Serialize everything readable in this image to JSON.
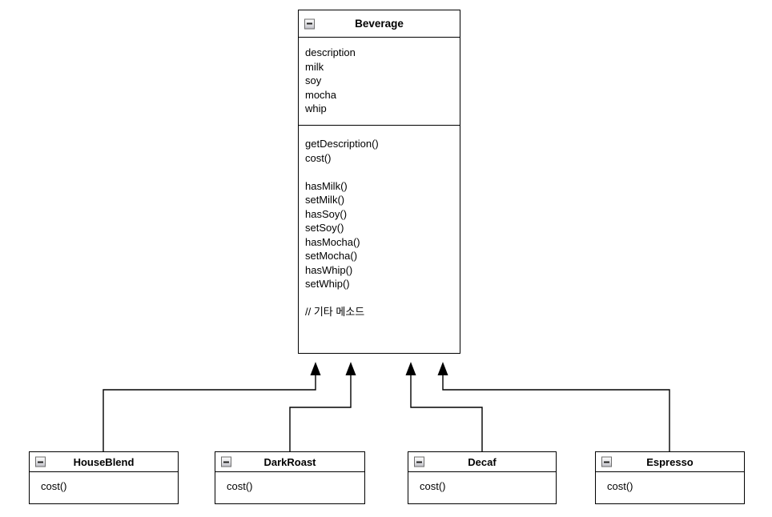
{
  "superclass": {
    "title": "Beverage",
    "attributes": [
      "description",
      "milk",
      "soy",
      "mocha",
      "whip"
    ],
    "methods": [
      "getDescription()",
      "cost()",
      "",
      "hasMilk()",
      "setMilk()",
      "hasSoy()",
      "setSoy()",
      "hasMocha()",
      "setMocha()",
      "hasWhip()",
      "setWhip()",
      "",
      "// 기타 메소드"
    ]
  },
  "subclasses": [
    {
      "title": "HouseBlend",
      "methods": [
        "cost()"
      ]
    },
    {
      "title": "DarkRoast",
      "methods": [
        "cost()"
      ]
    },
    {
      "title": "Decaf",
      "methods": [
        "cost()"
      ]
    },
    {
      "title": "Espresso",
      "methods": [
        "cost()"
      ]
    }
  ],
  "icons": {
    "collapse": "minus-icon"
  },
  "colors": {
    "line": "#000000",
    "text": "#000000",
    "box_fill": "#ffffff",
    "canvas_background": "#ffffff",
    "arrowhead_fill": "#000000"
  }
}
